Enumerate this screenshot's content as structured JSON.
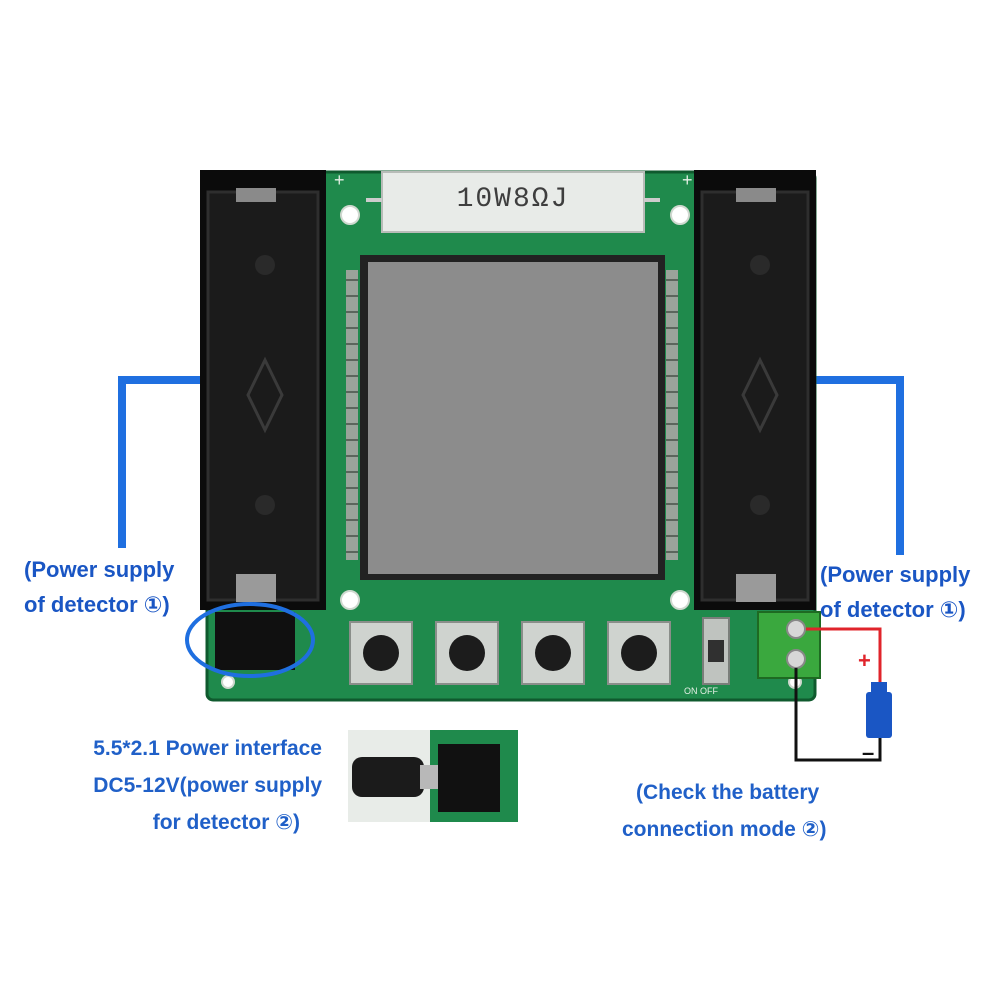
{
  "board": {
    "resistor_text": "10W8ΩJ",
    "plus_left": "+",
    "plus_right": "+",
    "switch_text": "ON OFF"
  },
  "labels": {
    "left_power_line1": "(Power supply",
    "left_power_line2": "of detector ①)",
    "right_power_line1": "(Power supply",
    "right_power_line2": "of detector ①)",
    "interface_line1": "5.5*2.1 Power interface",
    "interface_line2": "DC5-12V(power supply",
    "interface_line3": "for detector ②)",
    "battery_line1": "(Check the battery",
    "battery_line2": "connection mode ②)",
    "plus_sign": "+",
    "minus_sign": "–"
  },
  "colors": {
    "accent_blue": "#1a56c4",
    "bracket_blue": "#1f6fe0",
    "pcb_green": "#1f8a4c",
    "lcd_gray": "#8c8c8c",
    "wire_red": "#e0242b",
    "wire_black": "#111111"
  }
}
